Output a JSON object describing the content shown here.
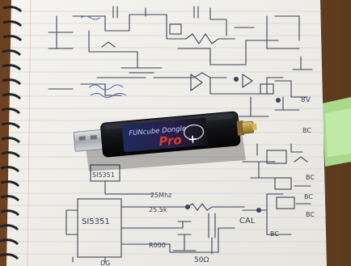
{
  "dongle": {
    "brand_text": "FUNcube Dongle",
    "brand_suffix": "Pro",
    "brand_plus": "+"
  },
  "notebook": {
    "labels": [
      "SI5351",
      "25Mhz",
      "25.5k",
      "R000",
      "CAL",
      "8V",
      "BC",
      "BC",
      "BC",
      "BC",
      "BC",
      "DG",
      "50Ω"
    ]
  },
  "colors": {
    "background_wood": "#8a5a2e",
    "paper": "#f3f2ee",
    "ink": "#3a3f52",
    "dongle_body": "#131417",
    "dongle_accent": "#cc2a26",
    "sma_gold": "#c59a3a",
    "usb_metal": "#b9bcc2"
  }
}
